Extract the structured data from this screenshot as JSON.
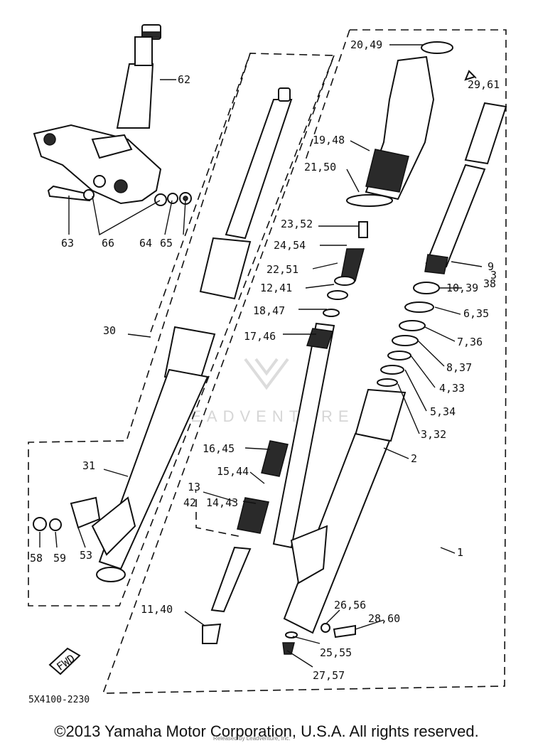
{
  "diagram": {
    "labels": {
      "l1": "1",
      "l2": "2",
      "l9": "9",
      "l38": "38",
      "l13": "13",
      "l42": "42",
      "l20_49": "20,49",
      "l29_61": "29,61",
      "l19_48": "19,48",
      "l21_50": "21,50",
      "l23_52": "23,52",
      "l24_54": "24,54",
      "l22_51": "22,51",
      "l12_41": "12,41",
      "l18_47": "18,47",
      "l17_46": "17,46",
      "l10_39": "10,39",
      "l6_35": "6,35",
      "l7_36": "7,36",
      "l8_37": "8,37",
      "l4_33": "4,33",
      "l5_34": "5,34",
      "l3_32": "3,32",
      "l16_45": "16,45",
      "l15_44": "15,44",
      "l14_43": "14,43",
      "l11_40": "11,40",
      "l26_56": "26,56",
      "l28_60": "28,60",
      "l25_55": "25,55",
      "l27_57": "27,57",
      "l30": "30",
      "l31": "31",
      "l53": "53",
      "l58": "58",
      "l59": "59",
      "l62": "62",
      "l63": "63",
      "l64": "64",
      "l65": "65",
      "l66": "66"
    },
    "fwd_marker": "FWD",
    "watermark": "LEADVENTURE",
    "drawing_code": "5X4100-2230"
  },
  "footer": {
    "copyright": "©2013 Yamaha Motor Corporation, U.S.A. All rights reserved.",
    "credit": "Released by Leadventure, Inc."
  }
}
